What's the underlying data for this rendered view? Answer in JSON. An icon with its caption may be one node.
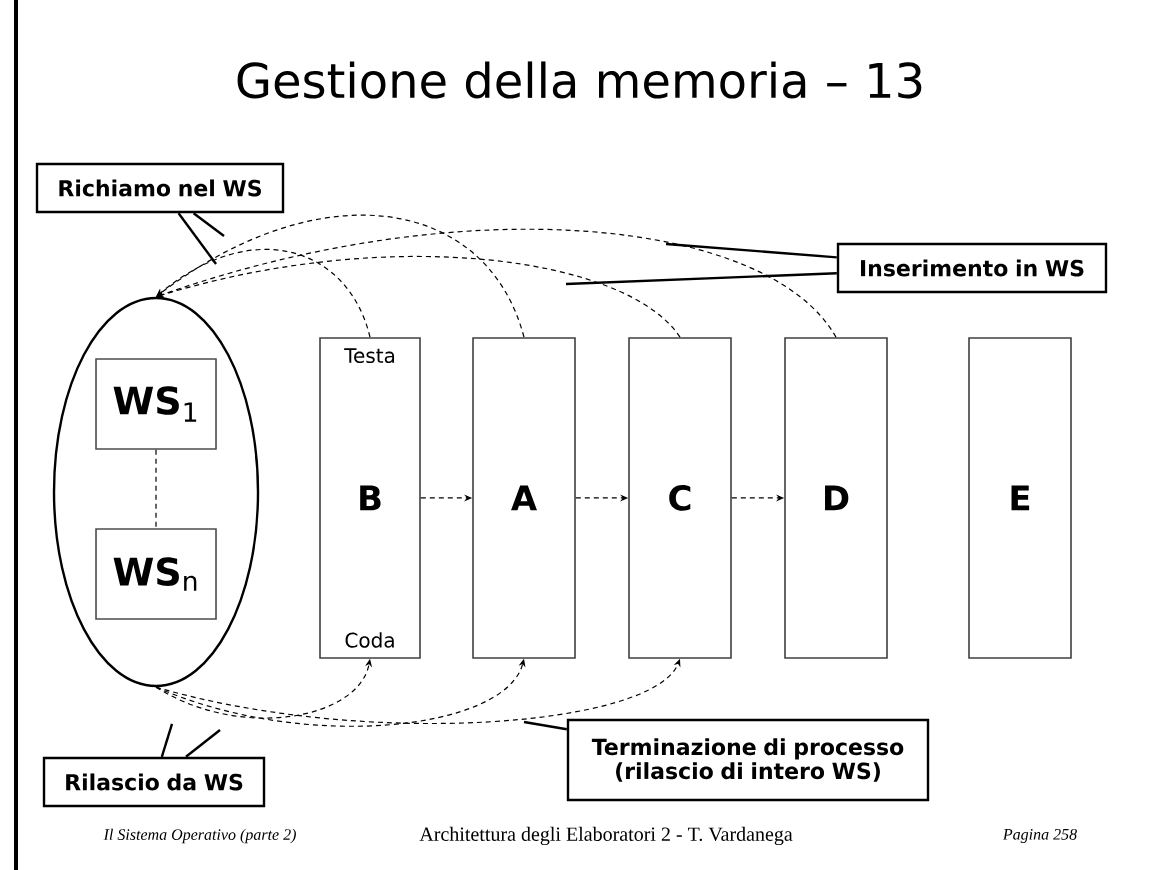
{
  "diagram": {
    "title": "Gestione della memoria – 13",
    "nodes": [
      {
        "text": [],
        "shape": "ellipse"
      },
      {
        "text": [
          "**WS**$_{1}$"
        ],
        "in": 0
      },
      {
        "text": [
          "**WS**$_{n}$"
        ],
        "in": 0
      },
      {
        "text": [
          "Testa",
          "B",
          "Coda"
        ]
      },
      {
        "text": [
          "A"
        ]
      },
      {
        "text": [
          "C"
        ]
      },
      {
        "text": [
          "D"
        ]
      },
      {
        "text": [
          "E"
        ]
      },
      {
        "text": [
          "Richiamo nel WS"
        ]
      },
      {
        "text": [
          "Inserimento in WS"
        ]
      },
      {
        "text": [
          "Rilascio da WS"
        ]
      },
      {
        "text": [
          "Terminazione di processo (rilascio di intero WS)"
        ]
      }
    ],
    "edges": [
      {
        "from": 1,
        "to": 2,
        "arrow": "none",
        "style": "dashed"
      },
      {
        "from": 3,
        "to": 4,
        "arrow": "to",
        "style": "dashed"
      },
      {
        "from": 4,
        "to": 5,
        "arrow": "to",
        "style": "dashed"
      },
      {
        "from": 5,
        "to": 6,
        "arrow": "to",
        "style": "dashed"
      },
      {
        "from": 3,
        "to": 0,
        "arrow": "to",
        "style": "dashed"
      },
      {
        "from": 4,
        "to": 0,
        "arrow": "to",
        "style": "dashed"
      },
      {
        "from": 5,
        "to": 0,
        "arrow": "to",
        "style": "dashed"
      },
      {
        "from": 6,
        "to": 0,
        "arrow": "to",
        "style": "dashed"
      },
      {
        "from": 0,
        "to": 3,
        "arrow": "to",
        "style": "dashed"
      },
      {
        "from": 0,
        "to": 4,
        "arrow": "to",
        "style": "dashed"
      },
      {
        "from": 0,
        "to": 5,
        "arrow": "to",
        "style": "dashed"
      },
      {
        "from": 8,
        "to": null,
        "arrow": "none"
      },
      {
        "from": 8,
        "to": null,
        "arrow": "none"
      },
      {
        "from": 9,
        "to": null,
        "arrow": "none"
      },
      {
        "from": 9,
        "to": null,
        "arrow": "none"
      },
      {
        "from": 10,
        "to": null,
        "arrow": "none"
      },
      {
        "from": 10,
        "to": null,
        "arrow": "none"
      },
      {
        "from": 11,
        "to": null,
        "arrow": "none"
      }
    ],
    "labels": [
      "Il Sistema Operativo (parte 2)",
      "Architettura degli Elaboratori 2 - T. Vardanega",
      "Pagina 258"
    ]
  }
}
